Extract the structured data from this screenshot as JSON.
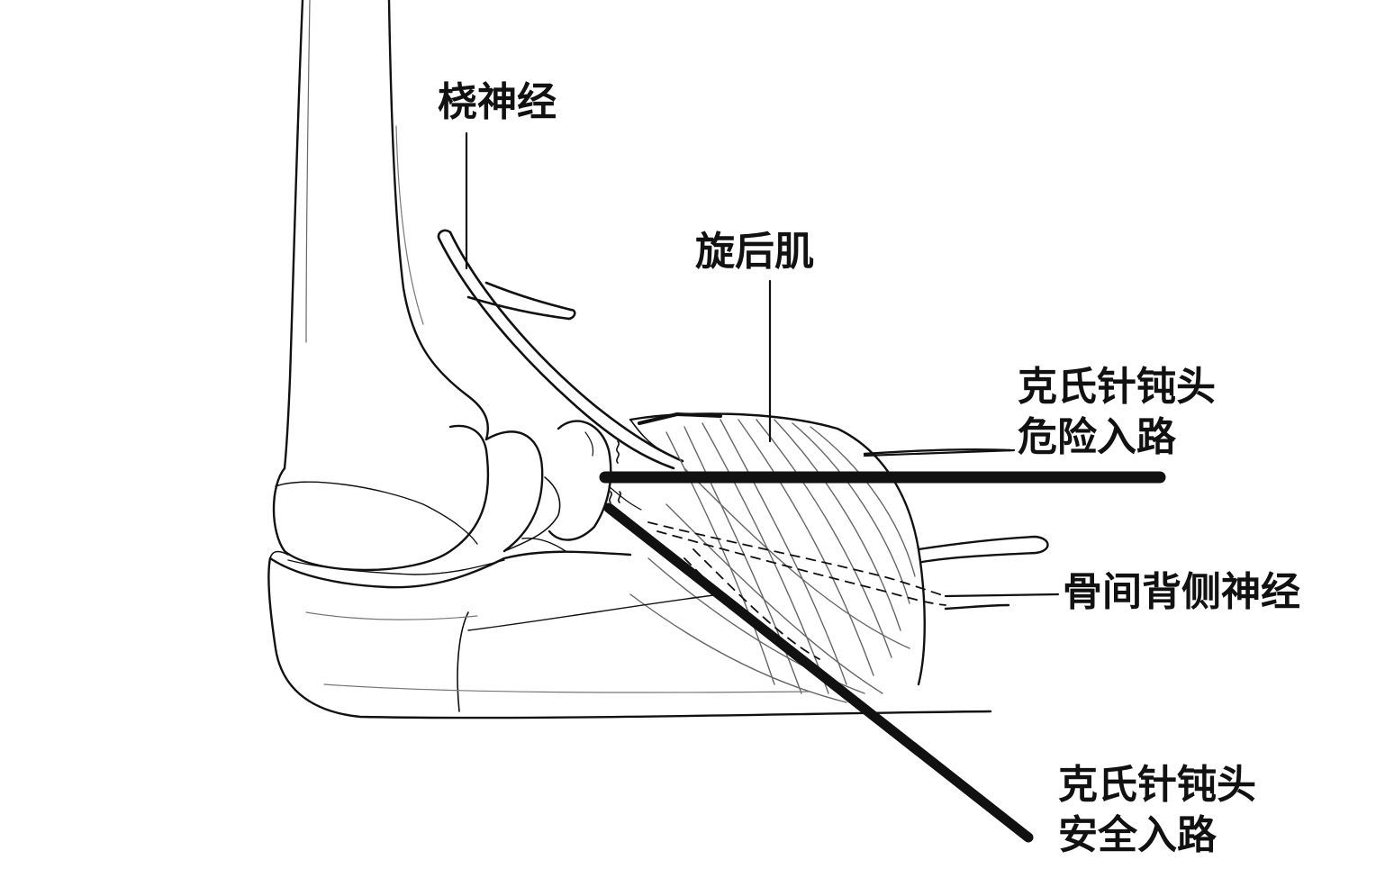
{
  "labels": {
    "radial_nerve": "桡神经",
    "supinator": "旋后肌",
    "danger_route_line1": "克氏针钝头",
    "danger_route_line2": "危险入路",
    "posterior_interosseous_nerve": "骨间背侧神经",
    "safe_route_line1": "克氏针钝头",
    "safe_route_line2": "安全入路"
  },
  "colors": {
    "ink": "#111111",
    "background": "#ffffff",
    "hatch": "#777777"
  }
}
